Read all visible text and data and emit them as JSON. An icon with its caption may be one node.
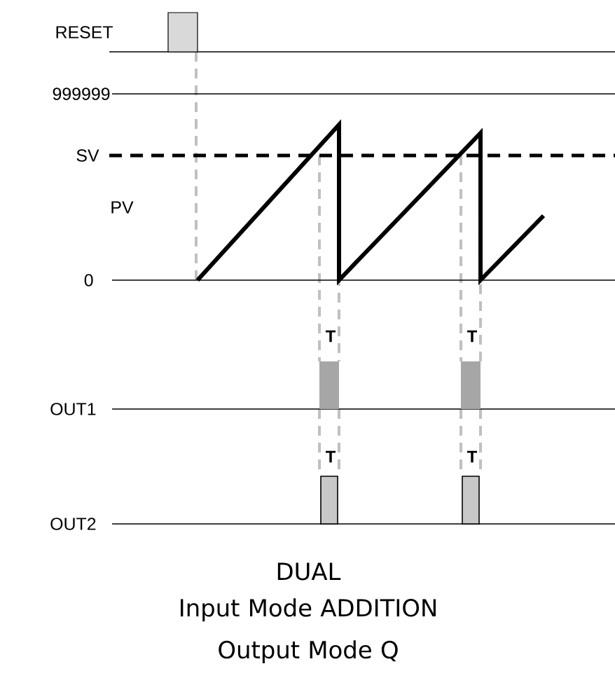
{
  "diagram": {
    "title": "DUAL",
    "caption": "Input Mode ADDITION Output Mode Q",
    "labels": [
      "RESET",
      "999999",
      "SV",
      "PV",
      "0",
      "T",
      "T",
      "OUT1",
      "T",
      "T",
      "OUT2"
    ]
  }
}
